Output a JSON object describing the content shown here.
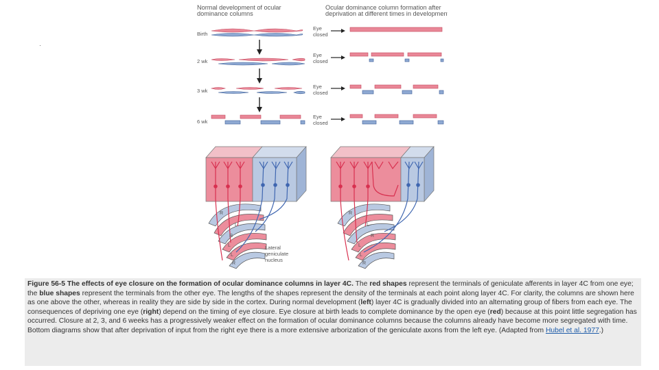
{
  "figure": {
    "left_title": [
      "Normal development of ocular",
      "dominance columns"
    ],
    "right_title": [
      "Ocular dominance column formation after",
      "deprivation at different times in development"
    ],
    "stages": [
      "Birth",
      "2 wk",
      "3 wk",
      "6 wk"
    ],
    "eye_closed": [
      "Eye",
      "closed"
    ],
    "diagram_labels": {
      "r": "R",
      "l": "L",
      "lgn": [
        "Lateral",
        "geniculate",
        "nucleus"
      ]
    },
    "colors": {
      "red": "#e98797",
      "red_stroke": "#c3475d",
      "blue": "#8ea9d3",
      "blue_stroke": "#3d5e96",
      "red_axon": "#d8304f",
      "blue_axon": "#3f66b0"
    }
  },
  "caption": {
    "figure_number": "Figure 56-5",
    "title": "The effects of eye closure on the formation of ocular dominance columns in layer 4C.",
    "text_1": " The ",
    "red_shapes": "red shapes",
    "text_2": " represent the terminals of geniculate afferents in layer 4C from one eye; the ",
    "blue_shapes": "blue shapes",
    "text_3": " represent the terminals from the other eye. The lengths of the shapes represent the density of the terminals at each point along layer 4C. For clarity, the columns are shown here as one above the other, whereas in reality they are side by side in the cortex. During normal development (",
    "left": "left",
    "text_4": ") layer 4C is gradually divided into an alternating group of fibers from each eye. The consequences of depriving one eye (",
    "right": "right",
    "text_5": ") depend on the timing of eye closure. Eye closure at birth leads to complete dominance by the open eye (",
    "red": "red",
    "text_6": ") because at this point little segregation has occurred. Closure at 2, 3, and 6 weeks has a progressively weaker effect on the formation of ocular dominance columns because the columns already have become more segregated with time. Bottom diagrams show that after deprivation of input from the right eye there is a more extensive arborization of the geniculate axons from the left eye. (Adapted from ",
    "citation": "Hubel et al. 1977",
    "text_7": ".)"
  }
}
